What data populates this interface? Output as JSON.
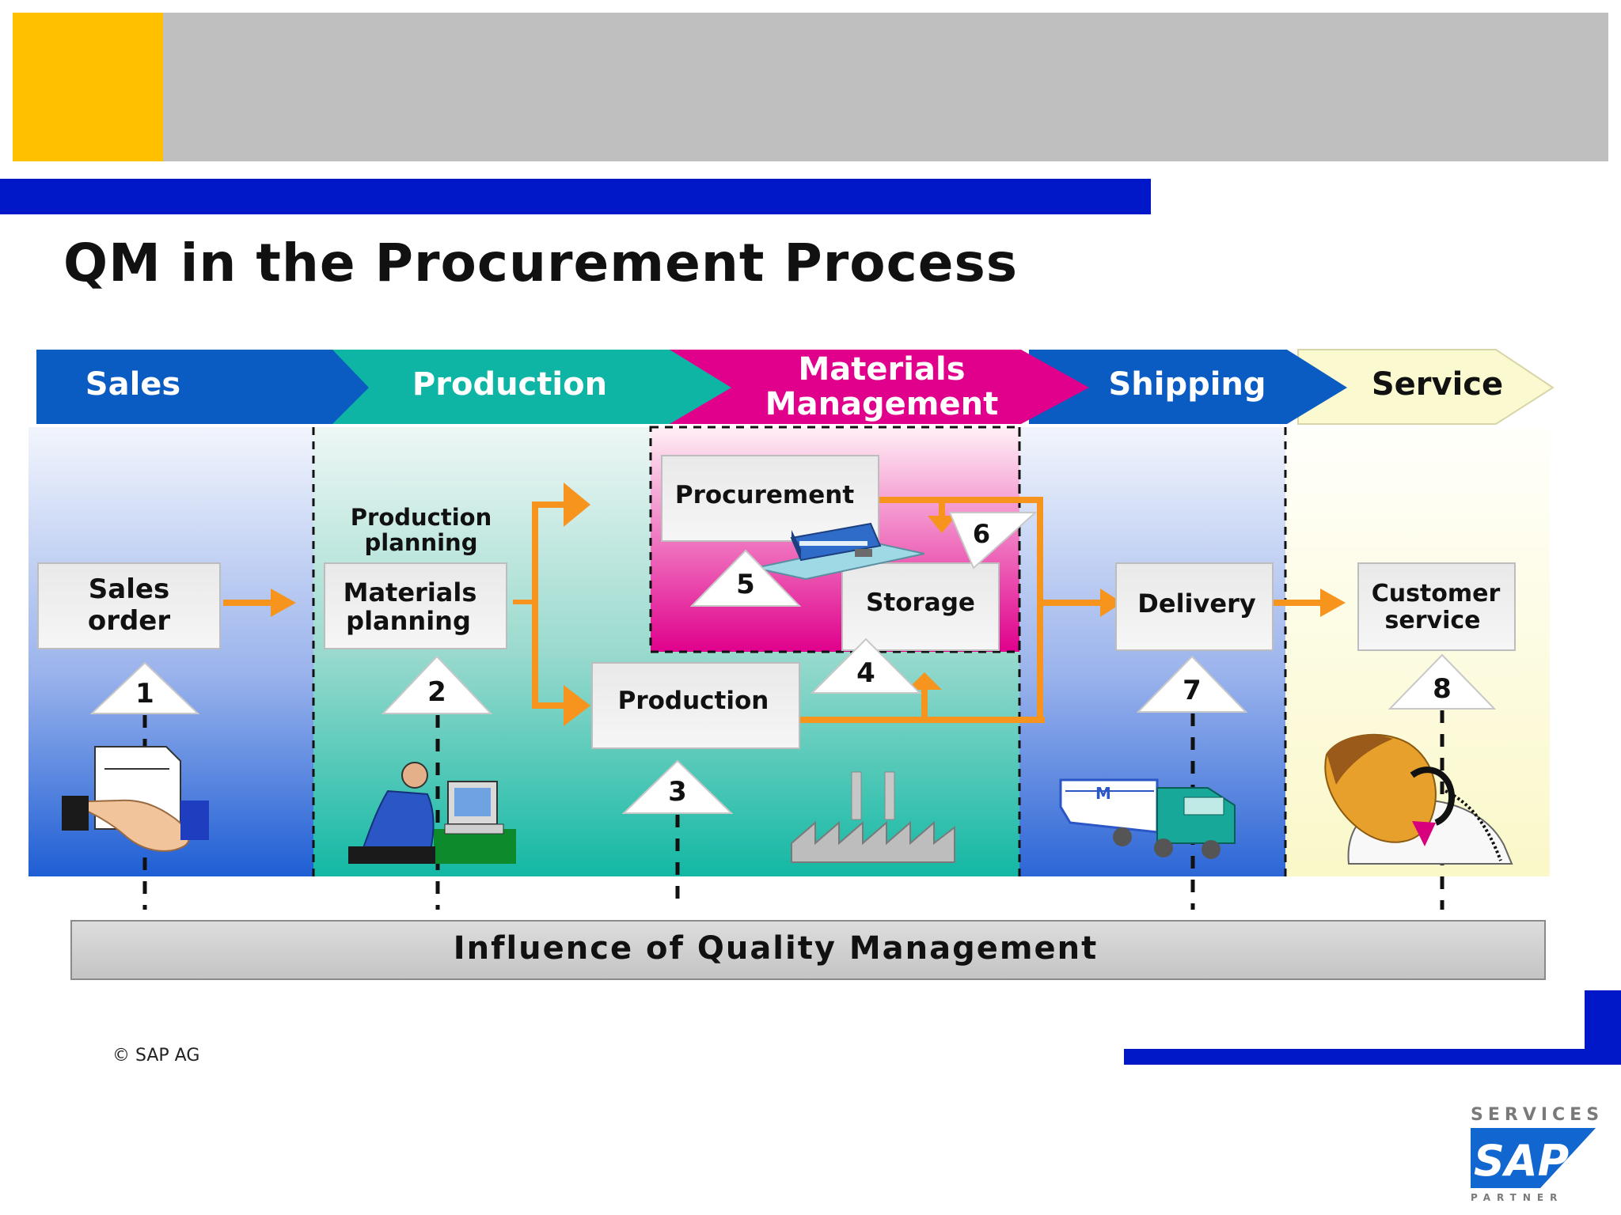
{
  "title": "QM in the Procurement Process",
  "phases": [
    {
      "label": "Sales"
    },
    {
      "label": "Production"
    },
    {
      "label_line1": "Materials",
      "label_line2": "Management"
    },
    {
      "label": "Shipping"
    },
    {
      "label": "Service"
    }
  ],
  "steps": {
    "sales_order": {
      "line1": "Sales",
      "line2": "order"
    },
    "production_planning": {
      "line1": "Production",
      "line2": "planning"
    },
    "materials_planning": {
      "line1": "Materials",
      "line2": "planning"
    },
    "procurement": "Procurement",
    "storage": "Storage",
    "production": "Production",
    "delivery": "Delivery",
    "customer_service": {
      "line1": "Customer",
      "line2": "service"
    }
  },
  "markers": [
    "1",
    "2",
    "3",
    "4",
    "5",
    "6",
    "7",
    "8"
  ],
  "influence_bar": "Influence of Quality Management",
  "copyright": "© SAP AG",
  "logo": {
    "top": "SERVICES",
    "main": "SAP",
    "bottom": "PARTNER"
  },
  "colors": {
    "header_gold": "#FFC000",
    "header_grey": "#BFBFBF",
    "brand_blue": "#0018C8",
    "sales_blue": "#0A5BC2",
    "production_teal": "#0EB5A5",
    "materials_magenta": "#E0008C",
    "service_cream": "#FBF9CF",
    "arrow_orange": "#F7941D"
  }
}
